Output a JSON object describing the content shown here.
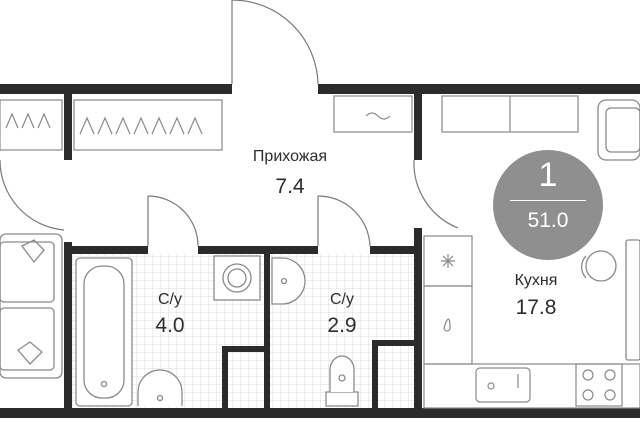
{
  "rooms": {
    "hallway": {
      "name": "Прихожая",
      "area": "7.4"
    },
    "bathroom_1": {
      "name": "С/у",
      "area": "4.0"
    },
    "bathroom_2": {
      "name": "С/у",
      "area": "2.9"
    },
    "kitchen": {
      "name": "Кухня",
      "area": "17.8"
    }
  },
  "badge": {
    "rooms": "1",
    "total_area": "51.0"
  },
  "colors": {
    "wall": "#2b2b2b",
    "fixture": "#8a8a8a",
    "tile": "#d4d4d4",
    "badge": "#8f8f8f"
  }
}
